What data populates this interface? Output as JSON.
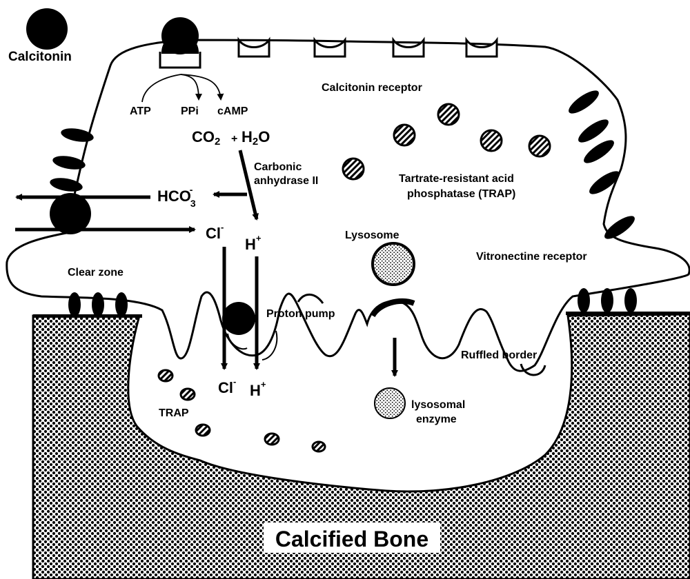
{
  "labels": {
    "calcitonin": "Calcitonin",
    "calcitonin_receptor": "Calcitonin  receptor",
    "atp": "ATP",
    "ppi": "PPi",
    "camp": "cAMP",
    "co2": "CO",
    "co2_sub": "2",
    "plus": "+",
    "h2o_h": "H",
    "h2o_sub": "2",
    "h2o_o": "O",
    "carbonic_line1": "Carbonic",
    "carbonic_line2": "anhydrase II",
    "trap_line1": "Tartrate-resistant  acid",
    "trap_line2": "phosphatase  (TRAP)",
    "hco": "HCO",
    "hco_sub": "3",
    "hco_sup": "-",
    "cl": "Cl",
    "cl_sup": "-",
    "h": "H",
    "h_sup": "+",
    "lysosome": "Lysosome",
    "vitronectine_receptor": "Vitronectine  receptor",
    "clear_zone": "Clear zone",
    "proton_pump": "Proton pump",
    "ruffled_border": "Ruffled border",
    "trap_short": "TRAP",
    "lysosomal_line1": "lysosomal",
    "lysosomal_line2": "enzyme",
    "calcified_bone": "Calcified  Bone"
  },
  "colors": {
    "ink": "#000000",
    "background": "#ffffff",
    "bone_dots": "#000000"
  }
}
